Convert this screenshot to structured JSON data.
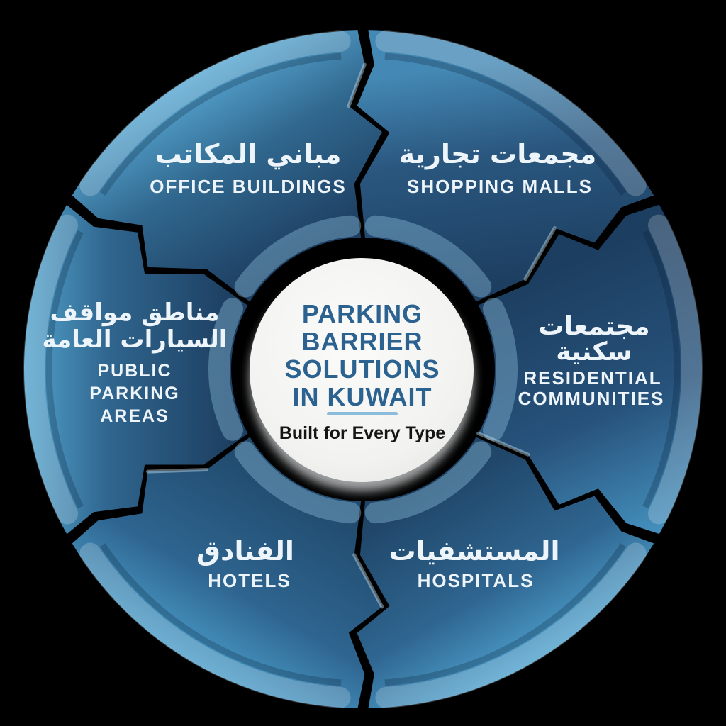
{
  "background_color": "#000000",
  "center": {
    "title_lines": [
      "PARKING",
      "BARRIER",
      "SOLUTIONS",
      "IN KUWAIT"
    ],
    "subtitle": "Built for Every Type",
    "title_color": "#2c6290",
    "subtitle_color": "#151515",
    "underline_color": "#8cbcdb",
    "disc_color": "#f3f3f1"
  },
  "sectors": [
    {
      "id": "office-buildings",
      "position": "top-left",
      "ar_lines": [
        "مباني المكاتب"
      ],
      "en_lines": [
        "OFFICE BUILDINGS"
      ]
    },
    {
      "id": "shopping-malls",
      "position": "top-right",
      "ar_lines": [
        "مجمعات تجارية"
      ],
      "en_lines": [
        "SHOPPING MALLS"
      ]
    },
    {
      "id": "residential-communities",
      "position": "right",
      "ar_lines": [
        "مجتمعات",
        "سكنية"
      ],
      "en_lines": [
        "RESIDENTIAL",
        "COMMUNITIES"
      ]
    },
    {
      "id": "hospitals",
      "position": "bottom-right",
      "ar_lines": [
        "المستشفيات"
      ],
      "en_lines": [
        "HOSPITALS"
      ]
    },
    {
      "id": "hotels",
      "position": "bottom-left",
      "ar_lines": [
        "الفنادق"
      ],
      "en_lines": [
        "HOTELS"
      ]
    },
    {
      "id": "public-parking-areas",
      "position": "left",
      "ar_lines": [
        "مناطق مواقف",
        "السيارات العامة"
      ],
      "en_lines": [
        "PUBLIC",
        "PARKING",
        "AREAS"
      ]
    }
  ],
  "palette": {
    "segment_light": "#57a7d2",
    "segment_mid": "#2e6590",
    "segment_dark": "#1c3e60",
    "label_color": "#eef5fa"
  }
}
